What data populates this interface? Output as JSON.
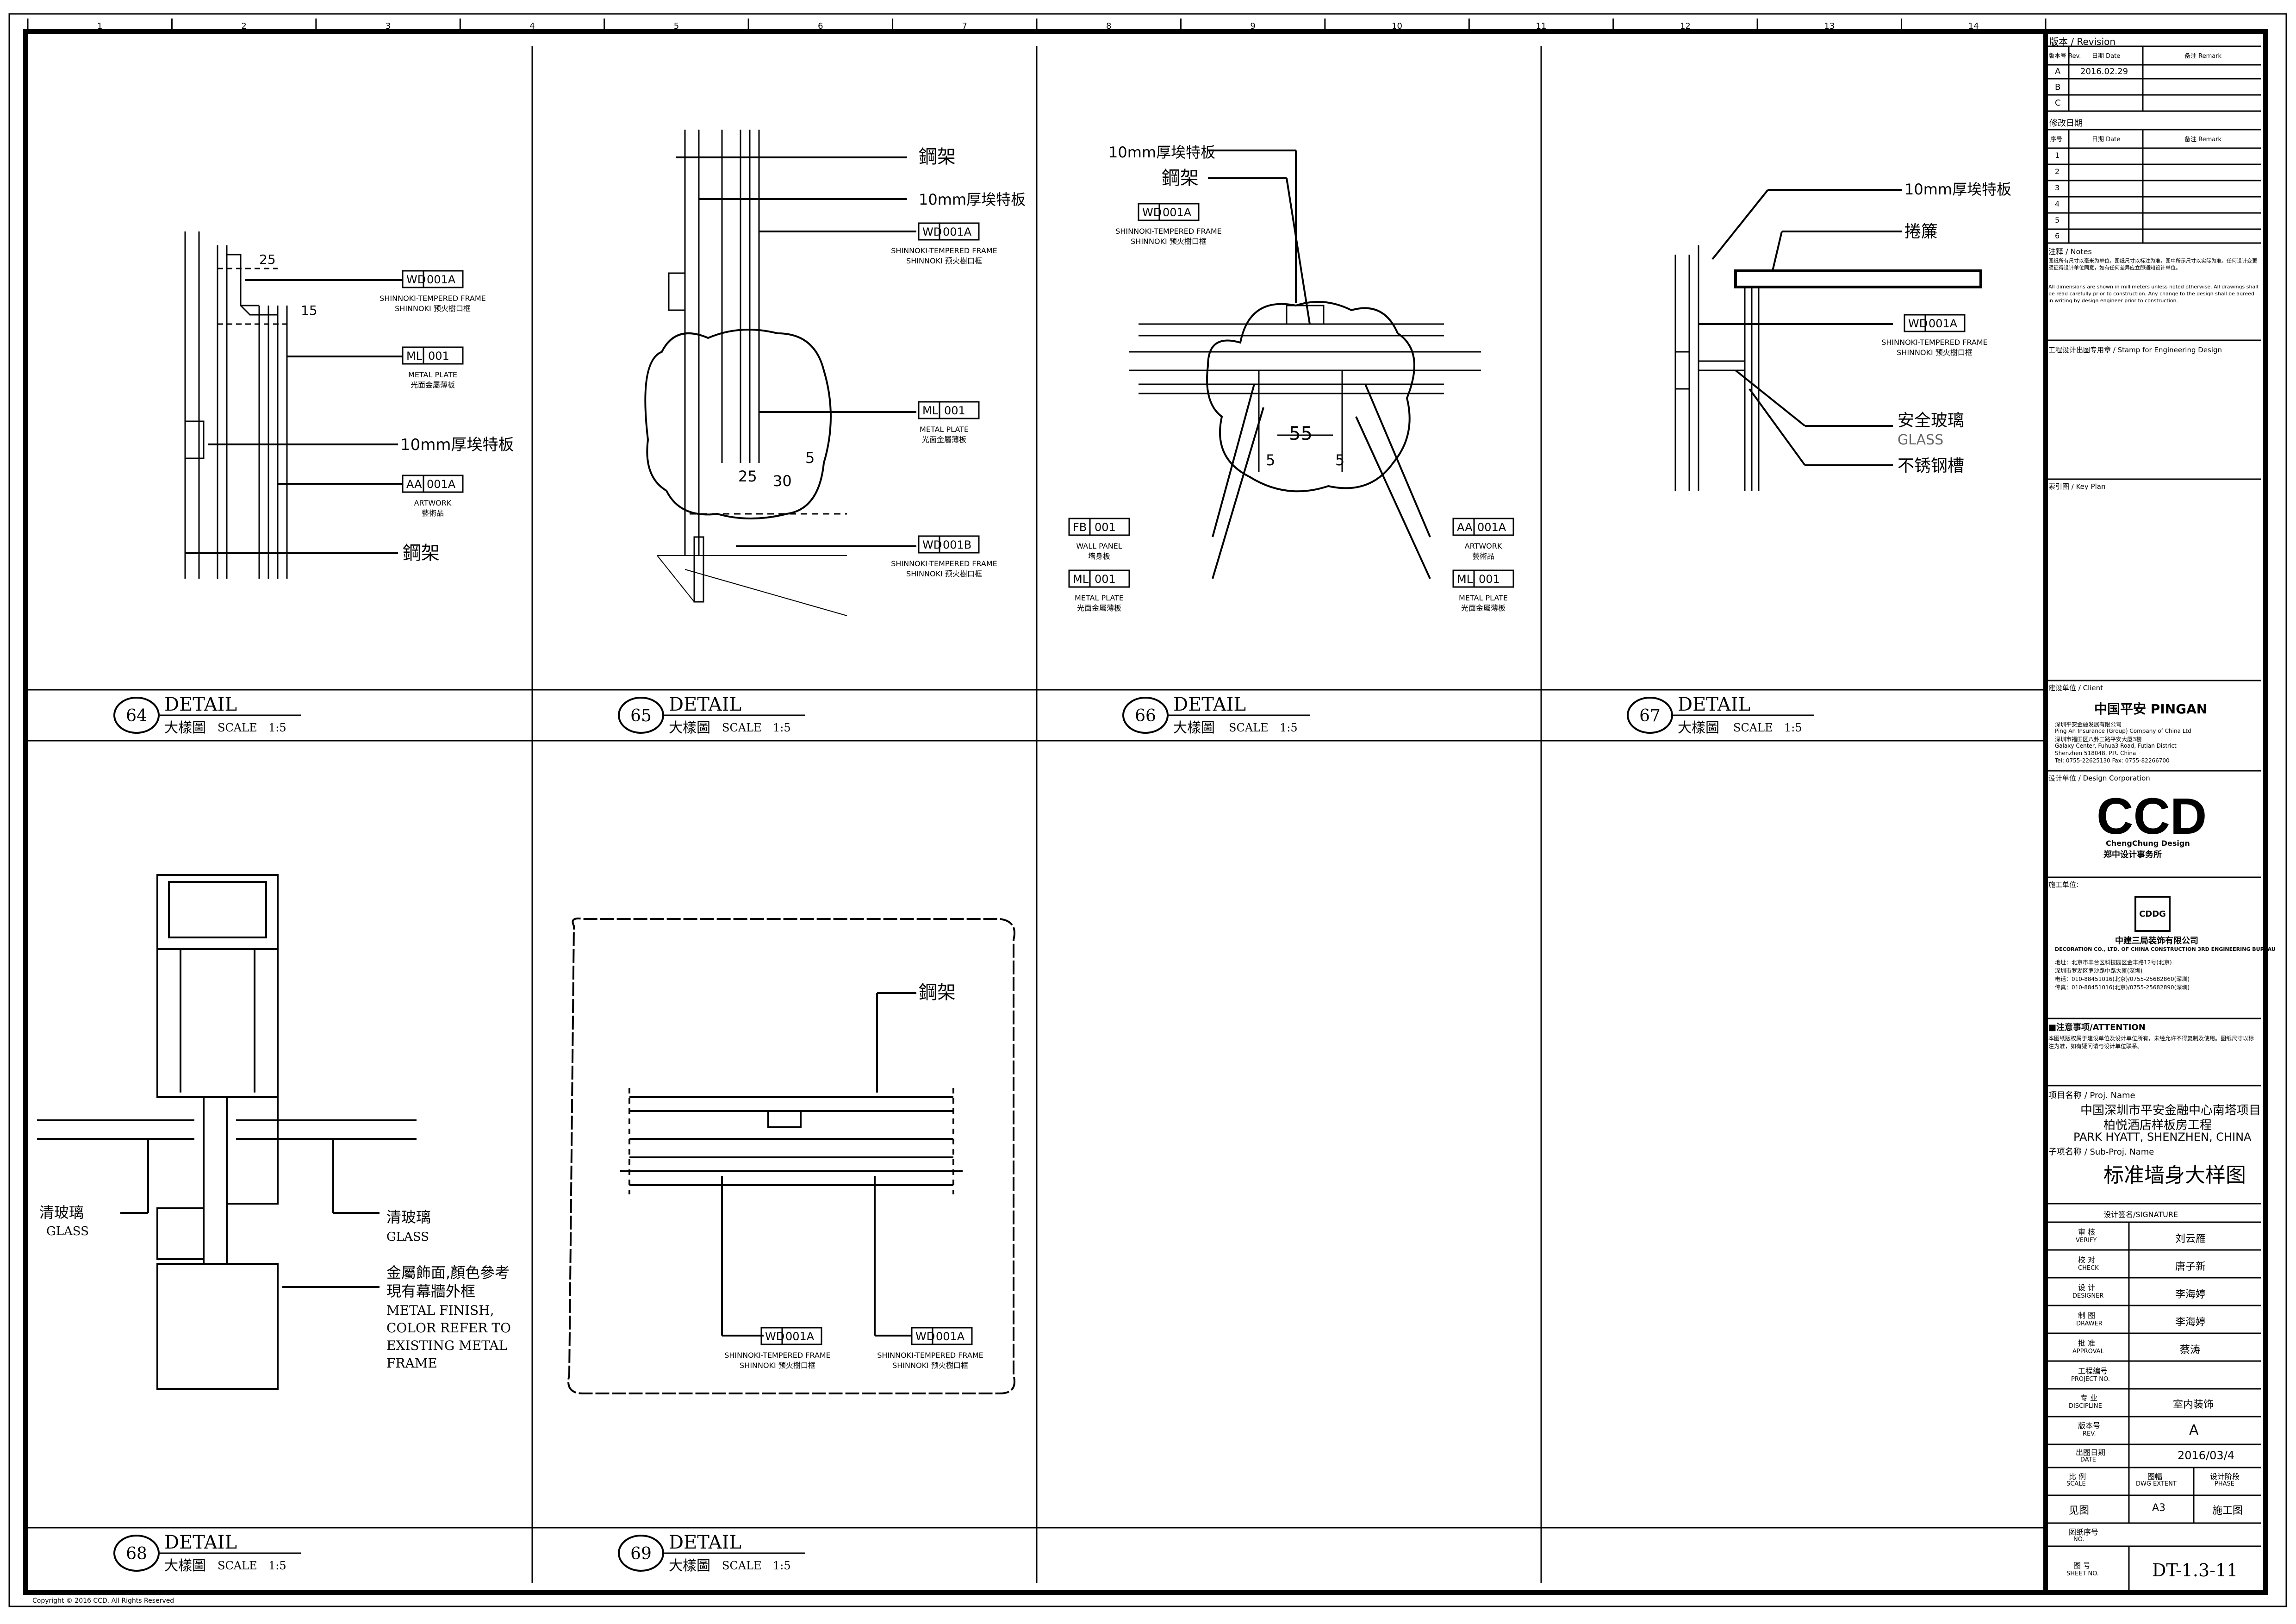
{
  "title_block": {
    "revision_header": "版本 / Revision",
    "revision_cols": [
      "版本号 Rev.",
      "日期 Date",
      "备注 Remark"
    ],
    "revisions": [
      {
        "rev": "A",
        "date": "2016.02.29",
        "remark": ""
      },
      {
        "rev": "B",
        "date": "",
        "remark": ""
      },
      {
        "rev": "C",
        "date": "",
        "remark": ""
      }
    ],
    "modify_header": "修改日期",
    "modify_cols": [
      "序号",
      "日期 Date",
      "备注 Remark"
    ],
    "modify_rows": [
      "1",
      "2",
      "3",
      "4",
      "5",
      "6"
    ],
    "notes_header": "注释 / Notes",
    "notes_text_cn": "图纸所有尺寸以毫米为单位，图纸尺寸以标注为准，图中所示尺寸以实际为准。任何设计变更须征得设计单位同意，如有任何差异应立即通知设计单位。",
    "notes_text_en": "All dimensions are shown in millimeters unless noted otherwise. All drawings shall be read carefully prior to construction. Any change to the design shall be agreed in writing by design engineer prior to construction.",
    "stamp_label": "工程设计出图专用章 / Stamp for Engineering Design",
    "keyplan_label": "索引图 / Key Plan",
    "client_label": "建设单位 / Client",
    "client_logo": "中国平安 PINGAN",
    "client_addr": [
      "深圳平安金融发展有限公司",
      "Ping An Insurance (Group) Company of China Ltd",
      "深圳市福田区八卦三路平安大厦3楼",
      "Galaxy Center, Fuhua3 Road, Futian District",
      "Shenzhen 518048, P.R. China",
      "Tel: 0755-22625130 Fax: 0755-82266700"
    ],
    "design_label": "设计单位 / Design Corporation",
    "design_logo": "CCD",
    "design_sub": "ChengChung Design",
    "design_cn": "郑中设计事务所",
    "contractor_label": "施工单位:",
    "contractor_logo": "CDDG",
    "contractor_name_cn": "中建三局装饰有限公司",
    "contractor_name_en": "DECORATION CO., LTD. OF CHINA CONSTRUCTION 3RD ENGINEERING BUREAU",
    "contractor_addr": [
      "地址：北京市丰台区科技园区金丰路12号(北京)",
      "深圳市罗湖区罗沙路中路大厦(深圳)",
      "电话：010-88451016(北京)/0755-25682860(深圳)",
      "传真：010-88451016(北京)/0755-25682890(深圳)"
    ],
    "attention_label": "■注意事项/ATTENTION",
    "attention_text": "本图纸版权属于建设单位及设计单位所有，未经允许不得复制及使用。图纸尺寸以标注为准，如有疑问请与设计单位联系。",
    "project_label": "项目名称 / Proj. Name",
    "project_cn1": "中国深圳市平安金融中心南塔项目",
    "project_cn2": "柏悦酒店样板房工程",
    "project_en": "PARK HYATT, SHENZHEN, CHINA",
    "subproj_label": "子项名称 / Sub-Proj. Name",
    "drawing_title": "标准墙身大样图",
    "signature_header": "设计签名/SIGNATURE",
    "signatures": [
      {
        "cn": "审 核",
        "en": "VERIFY",
        "name": "刘云雁"
      },
      {
        "cn": "校 对",
        "en": "CHECK",
        "name": "唐子新"
      },
      {
        "cn": "设 计",
        "en": "DESIGNER",
        "name": "李海婷"
      },
      {
        "cn": "制 图",
        "en": "DRAWER",
        "name": "李海婷"
      },
      {
        "cn": "批 准",
        "en": "APPROVAL",
        "name": "蔡涛"
      }
    ],
    "project_no_cn": "工程编号",
    "project_no_en": "PROJECT NO.",
    "discipline_cn": "专 业",
    "discipline_en": "DISCIPLINE",
    "discipline": "室内装饰",
    "rev_cn": "版本号",
    "rev_en": "REV.",
    "rev": "A",
    "date_cn": "出图日期",
    "date_en": "DATE",
    "date": "2016/03/4",
    "scale_cn": "比 例",
    "scale_en": "SCALE",
    "extent_cn": "图幅",
    "extent_en": "DWG EXTENT",
    "phase_cn": "设计阶段",
    "phase_en": "PHASE",
    "scale": "见图",
    "extent": "A3",
    "phase": "施工图",
    "seq_cn": "图纸序号",
    "seq_en": "NO.",
    "sheet_cn": "图 号",
    "sheet_en": "SHEET NO.",
    "sheet_no": "DT-1.3-11"
  },
  "details": [
    {
      "num": "64",
      "title": "DETAIL",
      "subtitle": "大樣圖",
      "scale_label": "SCALE",
      "scale": "1:5"
    },
    {
      "num": "65",
      "title": "DETAIL",
      "subtitle": "大樣圖",
      "scale_label": "SCALE",
      "scale": "1:5"
    },
    {
      "num": "66",
      "title": "DETAIL",
      "subtitle": "大樣圖",
      "scale_label": "SCALE",
      "scale": "1:5"
    },
    {
      "num": "67",
      "title": "DETAIL",
      "subtitle": "大樣圖",
      "scale_label": "SCALE",
      "scale": "1:5"
    },
    {
      "num": "68",
      "title": "DETAIL",
      "subtitle": "大樣圖",
      "scale_label": "SCALE",
      "scale": "1:5"
    },
    {
      "num": "69",
      "title": "DETAIL",
      "subtitle": "大樣圖",
      "scale_label": "SCALE",
      "scale": "1:5"
    }
  ],
  "labels": {
    "steel_frame": "鋼架",
    "board_10mm": "10mm厚埃特板",
    "rolling_shutter": "捲簾",
    "safety_glass": "安全玻璃",
    "glass_en": "GLASS",
    "ss_channel": "不锈钢槽",
    "clear_glass": "清玻璃",
    "metal_finish_cn1": "金屬飾面,顏色參考",
    "metal_finish_cn2": "現有幕牆外框",
    "metal_finish_en": [
      "METAL FINISH,",
      "COLOR REFER TO",
      "EXISTING METAL",
      "FRAME"
    ],
    "wd_frame_en": "SHINNOKI-TEMPERED FRAME",
    "wd_frame_cn": "SHINNOKI 预火樹口框",
    "ml_en": "METAL PLATE",
    "ml_cn": "光面金屬薄板",
    "aa_en": "ARTWORK",
    "aa_cn": "藝術品",
    "fb_en": "WALL PANEL",
    "fb_cn": "墻身板"
  },
  "tags": {
    "wd001a": [
      "WD",
      "001A"
    ],
    "wd001b": [
      "WD",
      "001B"
    ],
    "ml001": [
      "ML",
      "001"
    ],
    "aa001a": [
      "AA",
      "001A"
    ],
    "fb001": [
      "FB",
      "001"
    ]
  },
  "dims": {
    "d25": "25",
    "d5": "5",
    "d30": "30",
    "d55": "55",
    "d15": "15"
  },
  "grid_top": [
    "1",
    "2",
    "3",
    "4",
    "5",
    "6",
    "7",
    "8",
    "9",
    "10",
    "11",
    "12",
    "13",
    "14"
  ],
  "copyright": "Copyright © 2016 CCD. All Rights Reserved"
}
